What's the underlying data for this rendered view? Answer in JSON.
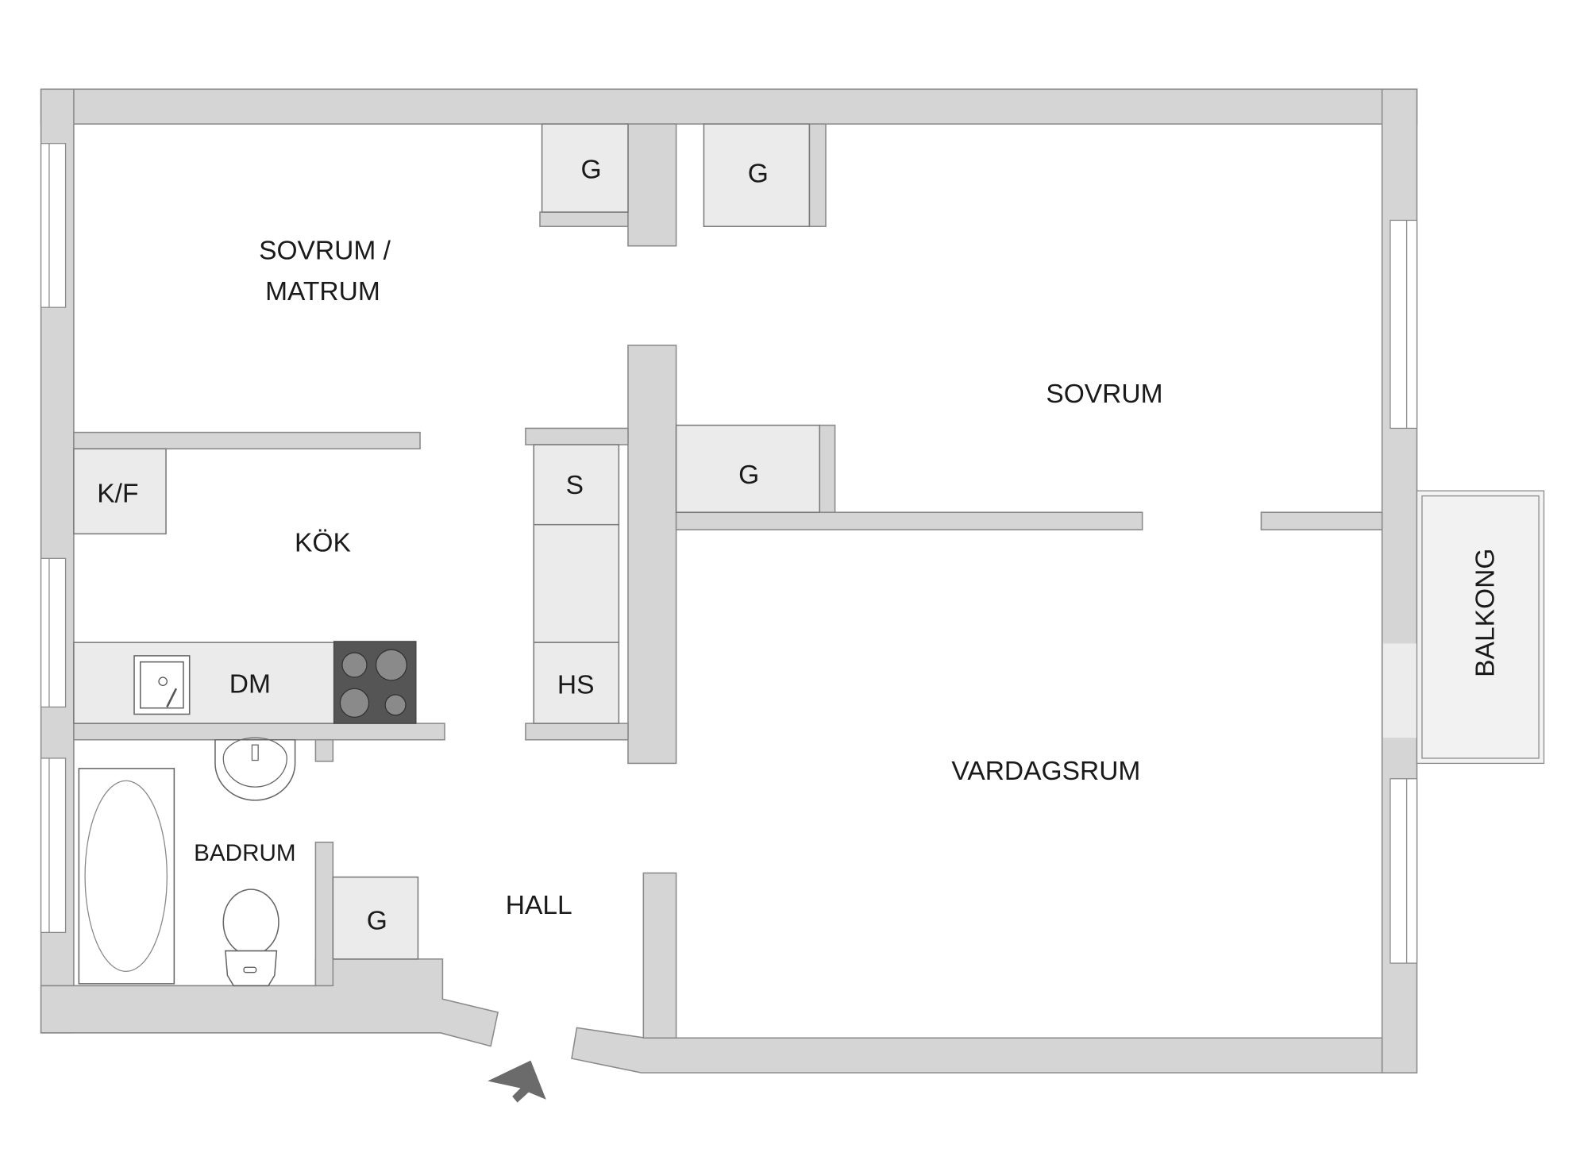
{
  "rooms": {
    "sovrum_matrum_line1": "SOVRUM /",
    "sovrum_matrum_line2": "MATRUM",
    "sovrum": "SOVRUM",
    "kok": "KÖK",
    "vardagsrum": "VARDAGSRUM",
    "badrum": "BADRUM",
    "hall": "HALL",
    "balkong": "BALKONG"
  },
  "fixtures": {
    "kf": "K/F",
    "dm": "DM",
    "s": "S",
    "hs": "HS",
    "g_top_left": "G",
    "g_top_right": "G",
    "g_middle": "G",
    "g_hall": "G"
  },
  "colors": {
    "wall": "#d5d5d5",
    "stove": "#555555",
    "arrow": "#6b6b6b"
  }
}
